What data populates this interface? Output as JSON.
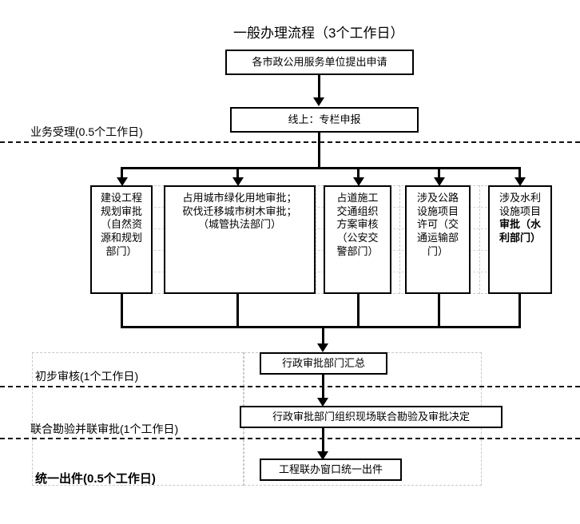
{
  "diagram": {
    "title": "一般办理流程（3个工作日）",
    "bands": [
      {
        "id": "accept",
        "label": "业务受理(0.5个工作日)",
        "bold": false
      },
      {
        "id": "review",
        "label": "初步审核(1个工作日)",
        "bold": false
      },
      {
        "id": "joint",
        "label": "联合勘验并联审批(1个工作日)",
        "bold": false
      },
      {
        "id": "deliver",
        "label": "统一出件(0.5个工作日)",
        "bold": true
      }
    ],
    "nodes": {
      "apply": {
        "label": "各市政公用服务单位提出申请"
      },
      "online": {
        "label": "线上：专栏申报"
      },
      "summary": {
        "label": "行政审批部门汇总"
      },
      "survey": {
        "label": "行政审批部门组织现场联合勘验及审批决定"
      },
      "output": {
        "label": "工程联办窗口统一出件"
      }
    },
    "parallel_nodes": [
      {
        "id": "planning",
        "lines": [
          {
            "text": "建设工程",
            "bold": false
          },
          {
            "text": "规划审批",
            "bold": false
          },
          {
            "text": "（自然资",
            "bold": false
          },
          {
            "text": "源和规划",
            "bold": false
          },
          {
            "text": "部门）",
            "bold": false
          }
        ]
      },
      {
        "id": "greenland",
        "lines": [
          {
            "text": "占用城市绿化用地审批；",
            "bold": false
          },
          {
            "text": "砍伐迁移城市树木审批；",
            "bold": false
          },
          {
            "text": "（城管执法部门）",
            "bold": false
          }
        ]
      },
      {
        "id": "traffic",
        "lines": [
          {
            "text": "占道施工",
            "bold": false
          },
          {
            "text": "交通组织",
            "bold": false
          },
          {
            "text": "方案审核",
            "bold": false
          },
          {
            "text": "（公安交",
            "bold": false
          },
          {
            "text": "警部门）",
            "bold": false
          }
        ]
      },
      {
        "id": "highway",
        "lines": [
          {
            "text": "涉及公路",
            "bold": false
          },
          {
            "text": "设施项目",
            "bold": false
          },
          {
            "text": "许可（交",
            "bold": false
          },
          {
            "text": "通运输部",
            "bold": false
          },
          {
            "text": "门）",
            "bold": false
          }
        ]
      },
      {
        "id": "water",
        "lines": [
          {
            "text": "涉及水利",
            "bold": false
          },
          {
            "text": "设施项目",
            "bold": false
          },
          {
            "text": "审批（水",
            "bold": true
          },
          {
            "text": "利部门）",
            "bold": true
          }
        ]
      }
    ],
    "colors": {
      "line": "#000000",
      "background": "#ffffff",
      "grid": "#c9c9c9"
    }
  }
}
